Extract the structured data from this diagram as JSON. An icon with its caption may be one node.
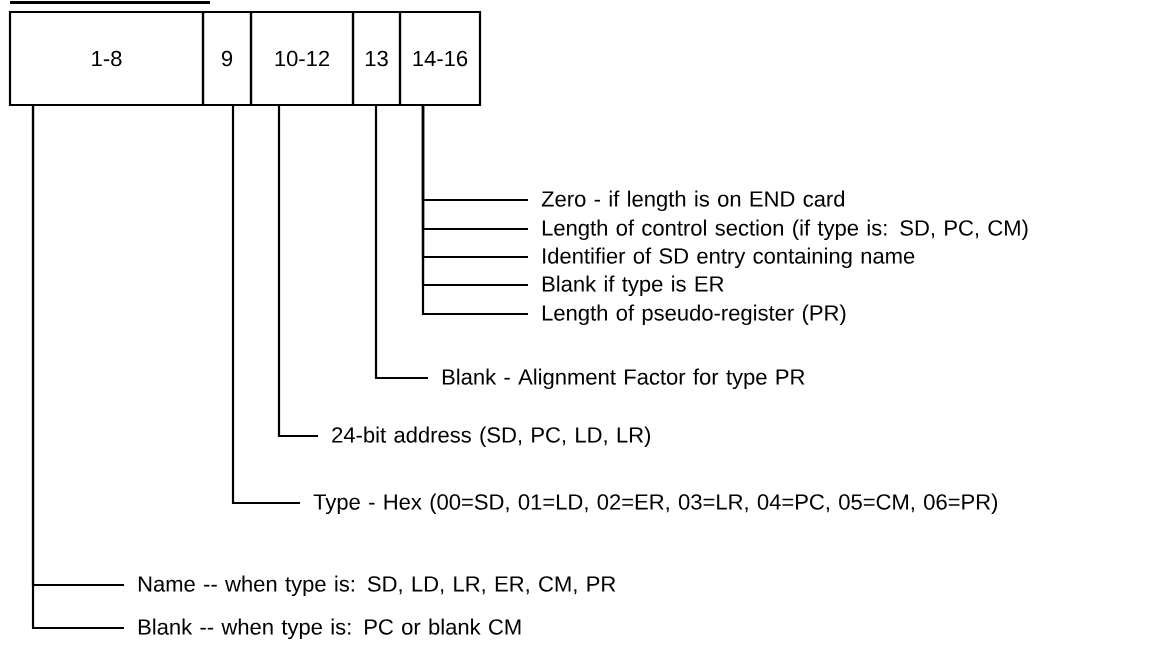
{
  "diagram": {
    "nodes": [
      {
        "text": [
          "1-8"
        ]
      },
      {
        "text": [
          "9"
        ]
      },
      {
        "text": [
          "10-12"
        ]
      },
      {
        "text": [
          "13"
        ]
      },
      {
        "text": [
          "14-16"
        ]
      },
      {
        "text": [
          "Zero - if length is on END card"
        ]
      },
      {
        "text": [
          "Length of control section (if type is:  SD, PC, CM)"
        ]
      },
      {
        "text": [
          "Identifier of SD entry containing name"
        ]
      },
      {
        "text": [
          "Blank if type is ER"
        ]
      },
      {
        "text": [
          "Length of pseudo-register (PR)"
        ]
      },
      {
        "text": [
          "Blank - Alignment Factor for type PR"
        ]
      },
      {
        "text": [
          "24-bit address (SD, PC, LD, LR)"
        ]
      },
      {
        "text": [
          "Type - Hex (00=SD, 01=LD, 02=ER, 03=LR, 04=PC, 05=CM, 06=PR)"
        ]
      },
      {
        "text": [
          "Name -- when type is:  SD, LD, LR, ER, CM, PR"
        ]
      },
      {
        "text": [
          "Blank -- when type is:  PC or blank CM"
        ]
      }
    ],
    "edges": [
      {
        "from": 4,
        "to": 5,
        "arrow": "none"
      },
      {
        "from": 4,
        "to": 6,
        "arrow": "none"
      },
      {
        "from": 4,
        "to": 7,
        "arrow": "none"
      },
      {
        "from": 4,
        "to": 8,
        "arrow": "none"
      },
      {
        "from": 4,
        "to": 9,
        "arrow": "none"
      },
      {
        "from": 3,
        "to": 10,
        "arrow": "none"
      },
      {
        "from": 2,
        "to": 11,
        "arrow": "none"
      },
      {
        "from": 1,
        "to": 12,
        "arrow": "none"
      },
      {
        "from": 0,
        "to": 13,
        "arrow": "none"
      },
      {
        "from": 0,
        "to": 14,
        "arrow": "none"
      }
    ]
  }
}
